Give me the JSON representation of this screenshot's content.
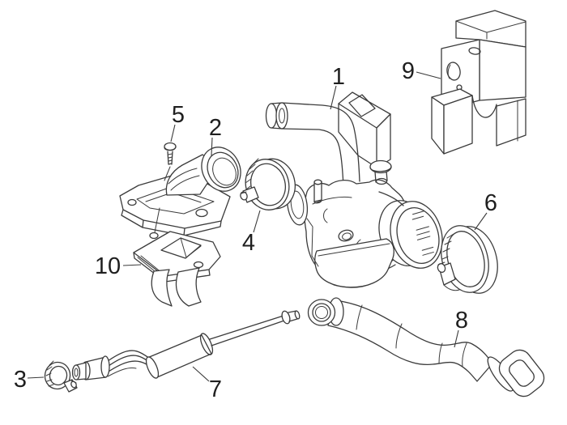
{
  "figure": {
    "background_color": "#ffffff",
    "line_color": "#3b3b3b",
    "label_color": "#1f1f1f",
    "callouts": [
      {
        "label": "1"
      },
      {
        "label": "2"
      },
      {
        "label": "3"
      },
      {
        "label": "4"
      },
      {
        "label": "5"
      },
      {
        "label": "6"
      },
      {
        "label": "7"
      },
      {
        "label": "8"
      },
      {
        "label": "9"
      },
      {
        "label": "10"
      }
    ]
  }
}
